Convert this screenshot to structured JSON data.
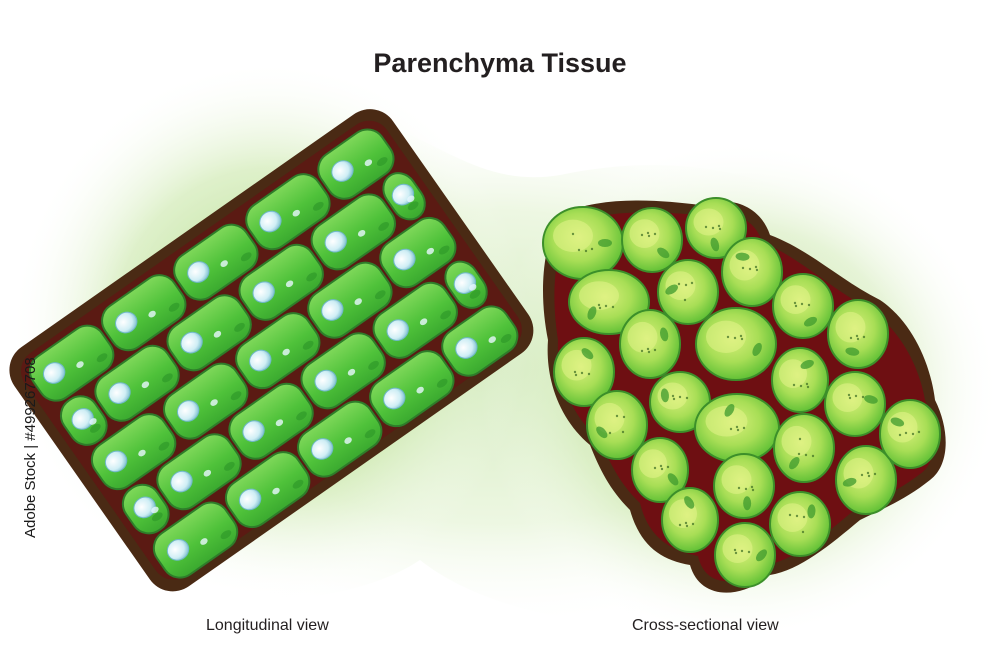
{
  "title": "Parenchyma Tissue",
  "labels": {
    "longitudinal": "Longitudinal view",
    "cross_sectional": "Cross-sectional view"
  },
  "stock_id": "Adobe Stock | #499267708",
  "colors": {
    "cell_green": "#4fc23a",
    "cell_light": "#b9e85a",
    "cell_border": "#2e7d2a",
    "outline_brown": "#4a2a14",
    "intercellular_red": "#6e0f12",
    "background_glow": "#b8dc8e"
  }
}
